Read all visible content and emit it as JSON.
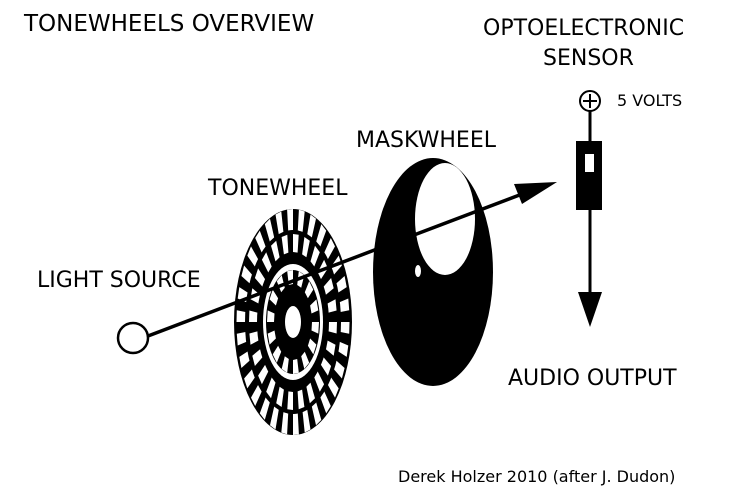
{
  "title": "TONEWHEELS OVERVIEW",
  "labels": {
    "sensor_line1": "OPTOELECTRONIC",
    "sensor_line2": "SENSOR",
    "voltage": "5 VOLTS",
    "maskwheel": "MASKWHEEL",
    "tonewheel": "TONEWHEEL",
    "light_source": "LIGHT SOURCE",
    "audio_output": "AUDIO OUTPUT"
  },
  "credit": "Derek Holzer 2010 (after J. Dudon)",
  "colors": {
    "ink": "#000000",
    "paper": "#ffffff"
  }
}
